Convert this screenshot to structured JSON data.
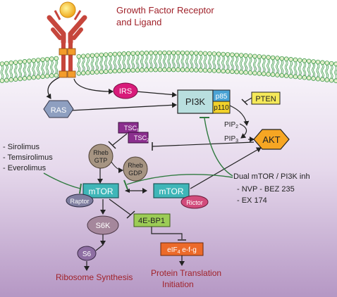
{
  "title": {
    "line1": "Growth Factor Receptor",
    "line2": "and Ligand"
  },
  "nodes": {
    "ras": "RAS",
    "irs": "IRS",
    "pi3k": "PI3K",
    "p85": "p85",
    "p110": "p110",
    "pten": "PTEN",
    "pip2": "PIP",
    "pip2_sub": "2",
    "pip3": "PIP",
    "pip3_sub": "3",
    "akt": "AKT",
    "tsc1": "TSC",
    "tsc1_sub": "1",
    "tsc2": "TSC",
    "tsc2_sub": "2",
    "rheb_gtp_1": "Rheb",
    "rheb_gtp_2": "GTP",
    "rheb_gdp_1": "Rheb",
    "rheb_gdp_2": "GDP",
    "mtor1": "mTOR",
    "mtor2": "mTOR",
    "raptor": "Raptor",
    "rictor": "Rictor",
    "s6k": "S6K",
    "s6": "S6",
    "ebp1": "4E-BP1",
    "eif": "eIF",
    "eif_sub": "4",
    "eif_rest": " e-f-g"
  },
  "inhibitors_left": [
    "- Sirolimus",
    "- Temsirolimus",
    "- Everolimus"
  ],
  "inhibitors_right": {
    "title": "Dual mTOR / PI3K inh",
    "items": [
      "- NVP - BEZ 235",
      "- EX 174"
    ]
  },
  "outcomes": {
    "ribosome": "Ribosome Synthesis",
    "translation_1": "Protein Translation",
    "translation_2": "Initiation"
  },
  "colors": {
    "title_red": "#a0222a",
    "cytoplasm_top": "#f7f3f9",
    "cytoplasm_bottom": "#bc9ec9",
    "membrane_green": "#3d9a4a",
    "membrane_head": "#e2eecb",
    "inhibition_green": "#2f7a3f",
    "receptor_red": "#c6463c",
    "ligand_yellow": "#f5c21b",
    "irs_pink": "#d81b7a",
    "ras_blue": "#8e9fc0",
    "pi3k_teal": "#b9dfdf",
    "p85_blue": "#4aa3d5",
    "p110_yellow": "#f2d12a",
    "pten_yellow": "#f5e95a",
    "akt_orange": "#f6a623",
    "tsc_purple": "#8b2f8e",
    "rheb_brown": "#a69482",
    "mtor_teal": "#3fb6b8",
    "raptor_gray": "#7f7ea0",
    "rictor_pink": "#d24b7c",
    "s6k_mauve": "#a5879c",
    "s6_purple": "#8e6ea3",
    "ebp1_green": "#9ccc56",
    "eif_orange": "#ec6a2a"
  }
}
